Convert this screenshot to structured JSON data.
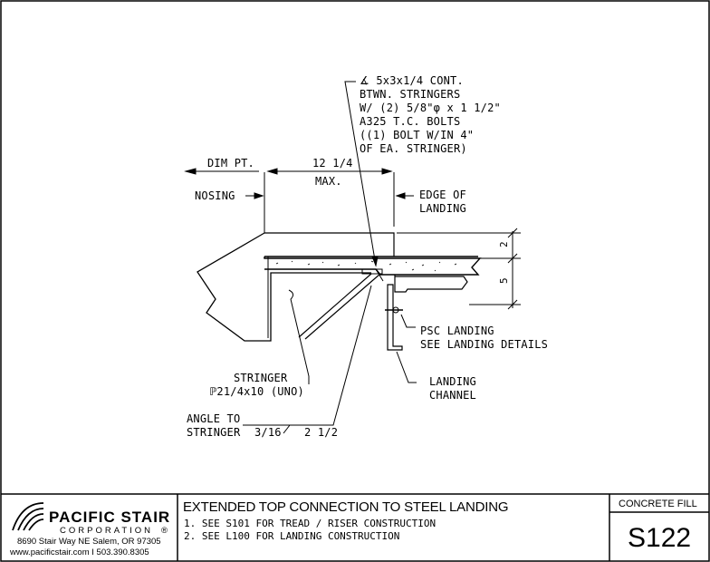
{
  "drawing": {
    "callouts": {
      "angle_note": [
        "∡ 5x3x1/4 CONT.",
        "BTWN. STRINGERS",
        "W/ (2) 5/8\"φ x 1 1/2\"",
        "A325 T.C. BOLTS",
        "((1) BOLT W/IN 4\"",
        "OF EA. STRINGER)"
      ],
      "dim_pt": "DIM PT.",
      "dim_value": "12 1/4",
      "dim_max": "MAX.",
      "nosing": "NOSING",
      "edge_of_landing": [
        "EDGE OF",
        "LANDING"
      ],
      "slab_dim_top": "2",
      "slab_dim_side": "5",
      "psc_landing": [
        "PSC LANDING",
        "SEE LANDING DETAILS"
      ],
      "stringer": [
        "STRINGER",
        "ℙ21/4x10 (UNO)"
      ],
      "landing_channel": [
        "LANDING",
        "CHANNEL"
      ],
      "angle_to_stringer": [
        "ANGLE TO",
        "STRINGER"
      ],
      "weld_size": "3/16",
      "weld_length": "2 1/2"
    }
  },
  "title_block": {
    "company_name": "PACIFIC STAIR",
    "company_sub": "CORPORATION",
    "registered": "®",
    "address": "8690 Stair Way NE Salem, OR 97305",
    "contact": "www.pacificstair.com  I  503.390.8305",
    "title": "EXTENDED TOP CONNECTION TO STEEL LANDING",
    "notes": [
      "1. SEE S101 FOR TREAD / RISER CONSTRUCTION",
      "2. SEE L100 FOR LANDING CONSTRUCTION"
    ],
    "category": "CONCRETE FILL",
    "sheet_number": "S122"
  },
  "colors": {
    "line": "#000000",
    "background": "#ffffff"
  }
}
